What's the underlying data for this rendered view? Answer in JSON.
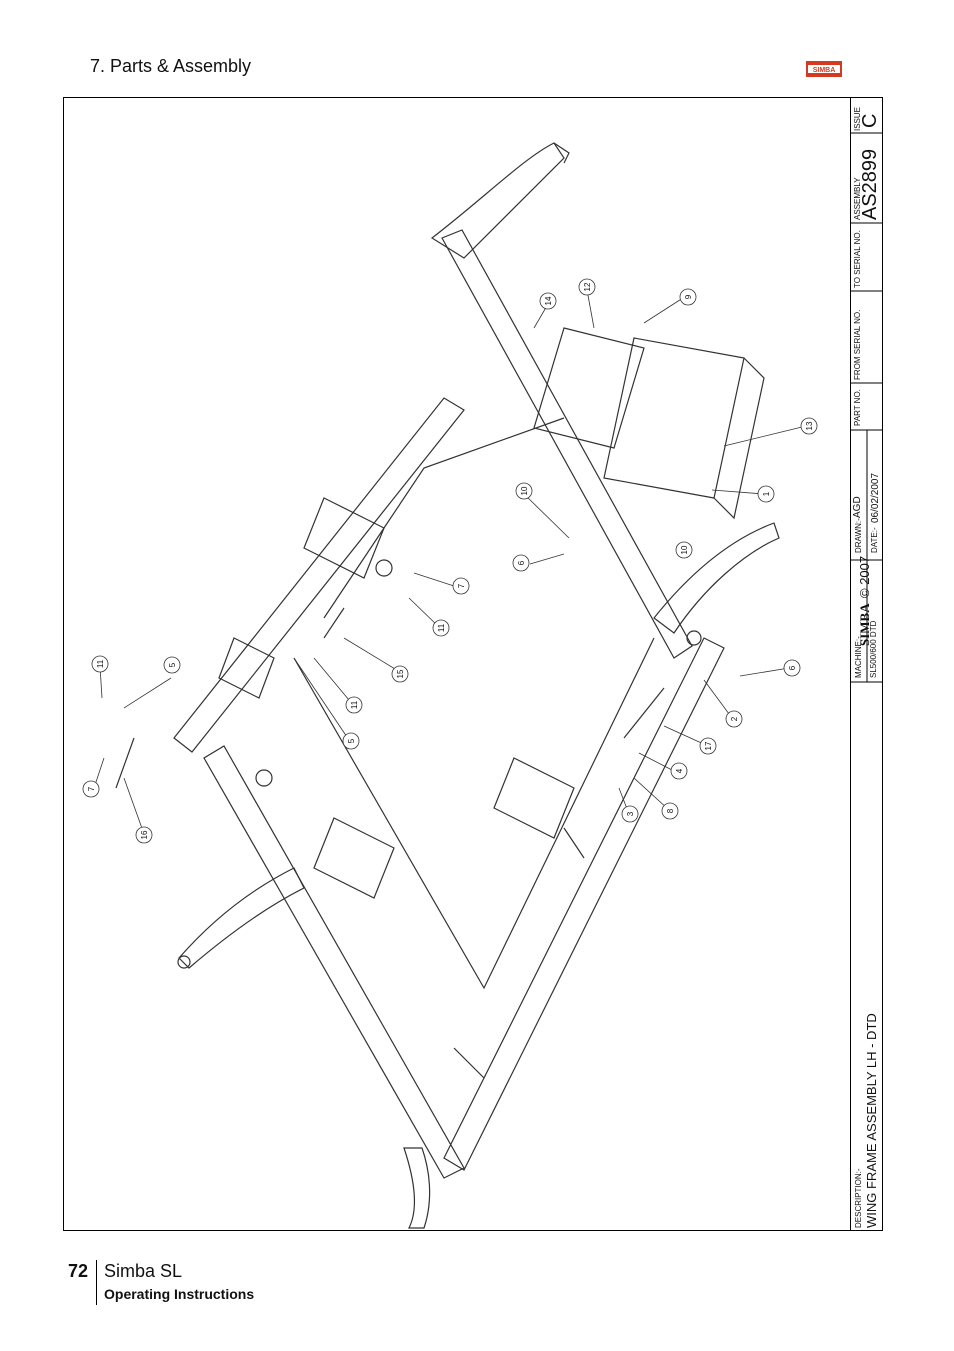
{
  "header": {
    "section": "7. Parts & Assembly",
    "logo_text": "SIMBA"
  },
  "title_block": {
    "description_label": "DESCRIPTION:-",
    "description": "WING FRAME ASSEMBLY LH - DTD",
    "machine_label": "MACHINE:-",
    "machine": "SL500/600 DTD",
    "brand": "SIMBA",
    "copyright": "© 2007",
    "drawn_label": "DRAWN:-",
    "drawn": "AGD",
    "date_label": "DATE:-",
    "date": "06/02/2007",
    "part_no_label": "PART NO.",
    "from_serial_label": "FROM SERIAL NO.",
    "to_serial_label": "TO SERIAL NO.",
    "assembly_label": "ASSEMBLY",
    "assembly": "AS2899",
    "issue_label": "ISSUE",
    "issue": "C"
  },
  "callouts": [
    "1",
    "2",
    "3",
    "4",
    "5",
    "5",
    "6",
    "6",
    "7",
    "7",
    "8",
    "9",
    "10",
    "10",
    "11",
    "11",
    "11",
    "12",
    "13",
    "14",
    "15",
    "16",
    "17"
  ],
  "footer": {
    "page_number": "72",
    "product": "Simba SL",
    "subtitle": "Operating Instructions"
  },
  "colors": {
    "logo_red": "#d43a1f",
    "line": "#333333"
  }
}
